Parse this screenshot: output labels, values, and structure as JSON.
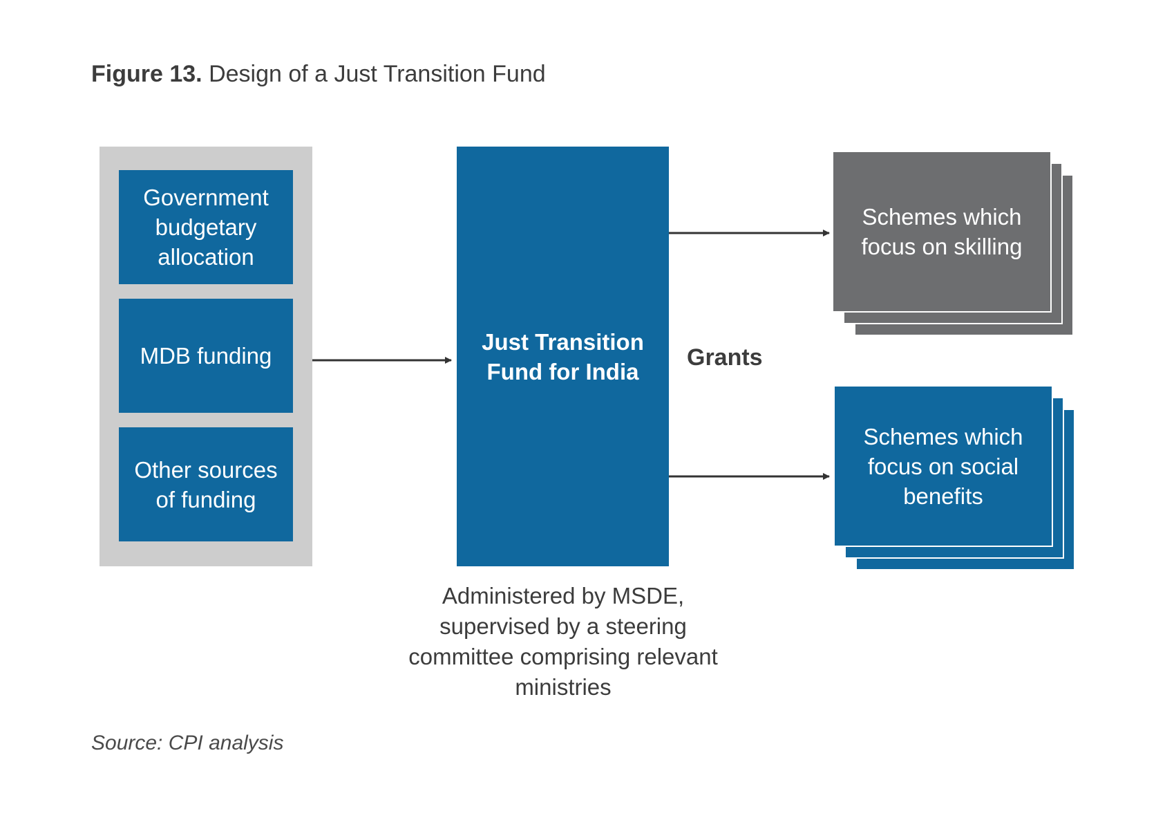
{
  "figure": {
    "label": "Figure 13.",
    "title": "Design of a Just Transition Fund"
  },
  "sources": [
    {
      "label": "Government budgetary allocation"
    },
    {
      "label": "MDB funding"
    },
    {
      "label": "Other sources of funding"
    }
  ],
  "fund": {
    "label": "Just Transition Fund for India",
    "note": "Administered by MSDE, supervised by a steering committee comprising relevant ministries"
  },
  "flow_label": "Grants",
  "schemes": [
    {
      "label": "Schemes which focus on skilling",
      "color": "#6d6e70"
    },
    {
      "label": "Schemes which focus on social benefits",
      "color": "#10689e"
    }
  ],
  "source_note": "Source: CPI analysis",
  "colors": {
    "primary_blue": "#10689e",
    "scheme_gray": "#6d6e70",
    "panel_gray": "#cdcdcd",
    "arrow": "#333333"
  }
}
